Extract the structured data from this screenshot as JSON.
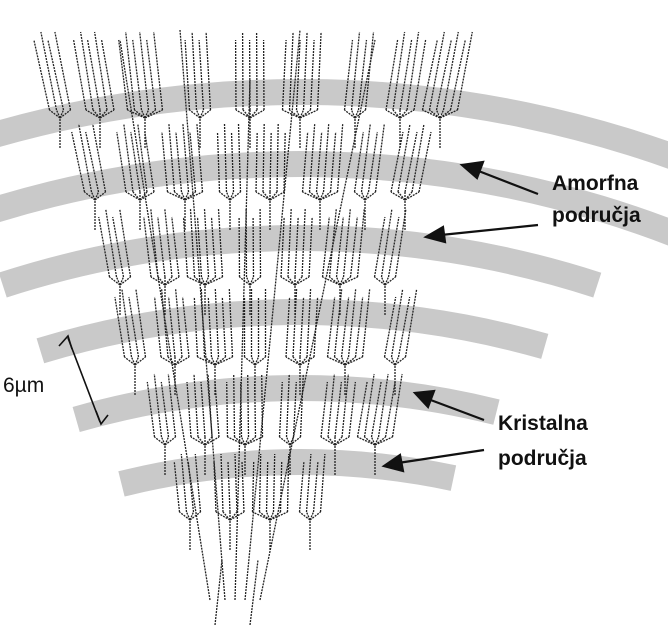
{
  "labels": {
    "amorphous_line1": "Amorfna",
    "amorphous_line2": "područja",
    "crystalline_line1": "Kristalna",
    "crystalline_line2": "područja",
    "scale": "6µm"
  },
  "colors": {
    "band": "#c9c9c9",
    "strand": "#222222",
    "text": "#111111"
  }
}
